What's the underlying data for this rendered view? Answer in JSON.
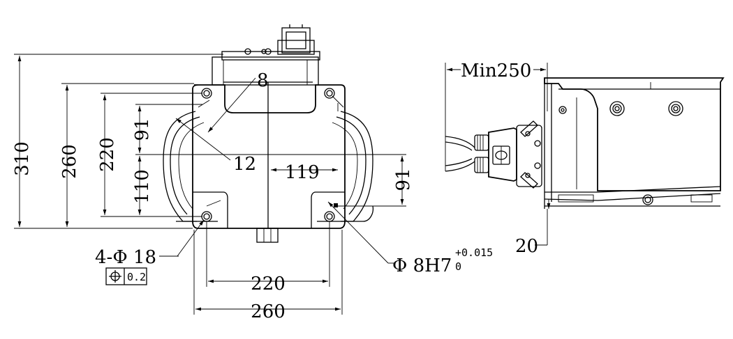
{
  "dimensions": {
    "overall_height": "310",
    "height_260": "260",
    "height_220": "220",
    "height_110": "110",
    "height_91_upper": "91",
    "callout_8": "8",
    "callout_12": "12",
    "offset_119": "119",
    "height_91_right": "91",
    "width_220": "220",
    "width_260": "260",
    "holes": "4-Φ 18",
    "position_tolerance_value": "0.2",
    "pin_hole": "Φ 8H7",
    "pin_tol_upper": "+0.015",
    "pin_tol_lower": "0",
    "clearance": "Min250",
    "offset_20": "20"
  },
  "symbols": {
    "position_tolerance": "position-symbol"
  }
}
